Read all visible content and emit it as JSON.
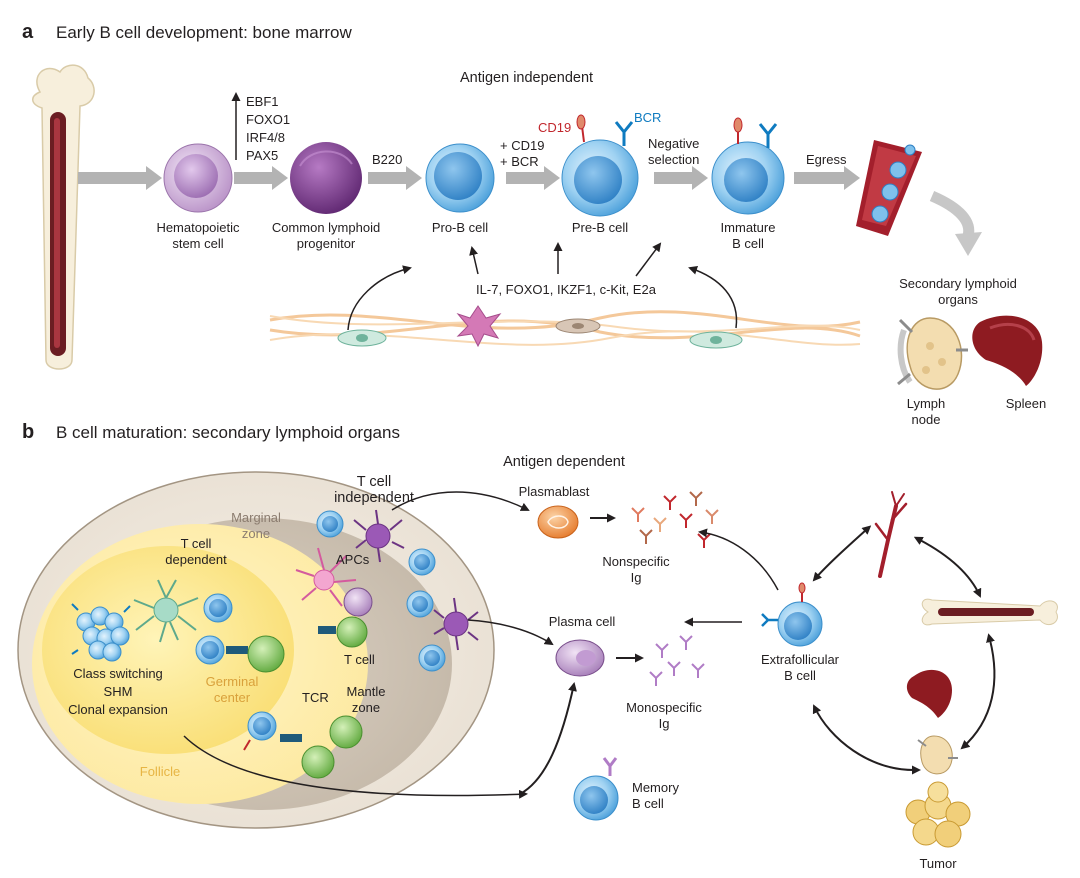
{
  "panel_a": {
    "letter": "a",
    "title": "Early B cell development: bone marrow",
    "phase": "Antigen independent",
    "factors": [
      "EBF1",
      "FOXO1",
      "IRF4/8",
      "PAX5"
    ],
    "b220": "B220",
    "cd19_bcr_1": "+ CD19",
    "cd19_bcr_2": "+ BCR",
    "neg_sel_1": "Negative",
    "neg_sel_2": "selection",
    "egress": "Egress",
    "cd19_label": "CD19",
    "bcr_label": "BCR",
    "cells": {
      "hsc_1": "Hematopoietic",
      "hsc_2": "stem cell",
      "clp_1": "Common lymphoid",
      "clp_2": "progenitor",
      "prob": "Pro-B cell",
      "preb": "Pre-B cell",
      "imm_1": "Immature",
      "imm_2": "B cell"
    },
    "stroma_factors": "IL-7, FOXO1, IKZF1, c-Kit, E2a",
    "slo_1": "Secondary lymphoid",
    "slo_2": "organs",
    "lymph_1": "Lymph",
    "lymph_2": "node",
    "spleen": "Spleen"
  },
  "panel_b": {
    "letter": "b",
    "title": "B cell maturation: secondary lymphoid organs",
    "phase": "Antigen dependent",
    "t_indep_1": "T cell",
    "t_indep_2": "independent",
    "marginal_1": "Marginal",
    "marginal_2": "zone",
    "t_dep_1": "T cell",
    "t_dep_2": "dependent",
    "apcs": "APCs",
    "gc_1": "Germinal",
    "gc_2": "center",
    "class_switch": "Class switching",
    "shm": "SHM",
    "clonal": "Clonal expansion",
    "tcell": "T cell",
    "mantle_1": "Mantle",
    "mantle_2": "zone",
    "tcr": "TCR",
    "follicle": "Follicle",
    "plasmablast": "Plasmablast",
    "nonspec_1": "Nonspecific",
    "nonspec_2": "Ig",
    "plasma": "Plasma cell",
    "monospec_1": "Monospecific",
    "monospec_2": "Ig",
    "memory_1": "Memory",
    "memory_2": "B cell",
    "extra_1": "Extrafollicular",
    "extra_2": "B cell",
    "tumor": "Tumor"
  },
  "colors": {
    "arrow_gray": "#b3b3b3",
    "cd19_red": "#c1272d",
    "bcr_blue": "#0f7bc0",
    "gc_orange": "#d9a13b",
    "follicle_orange": "#e7b544",
    "marginal_text": "#8c7d70",
    "cell_blue": "#4a9fda",
    "hsc_purple": "#b58cc4",
    "clp_purple": "#7c3a8c",
    "tcell_green": "#6dbb45",
    "plasmablast_orange": "#ee8a3a",
    "blood_red": "#a31f2c"
  }
}
